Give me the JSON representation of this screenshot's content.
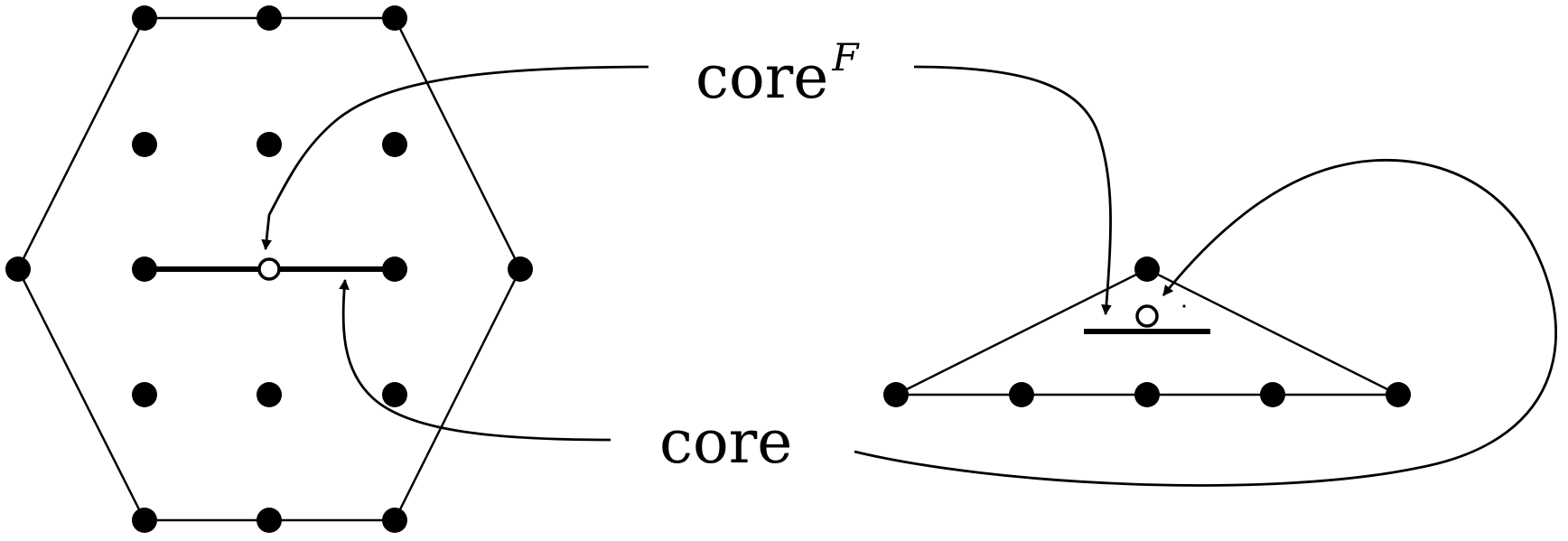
{
  "labels": {
    "core_f_base": "core",
    "core_f_sup": "F",
    "core": "core"
  },
  "colors": {
    "ink": "#000000",
    "background": "#ffffff"
  }
}
